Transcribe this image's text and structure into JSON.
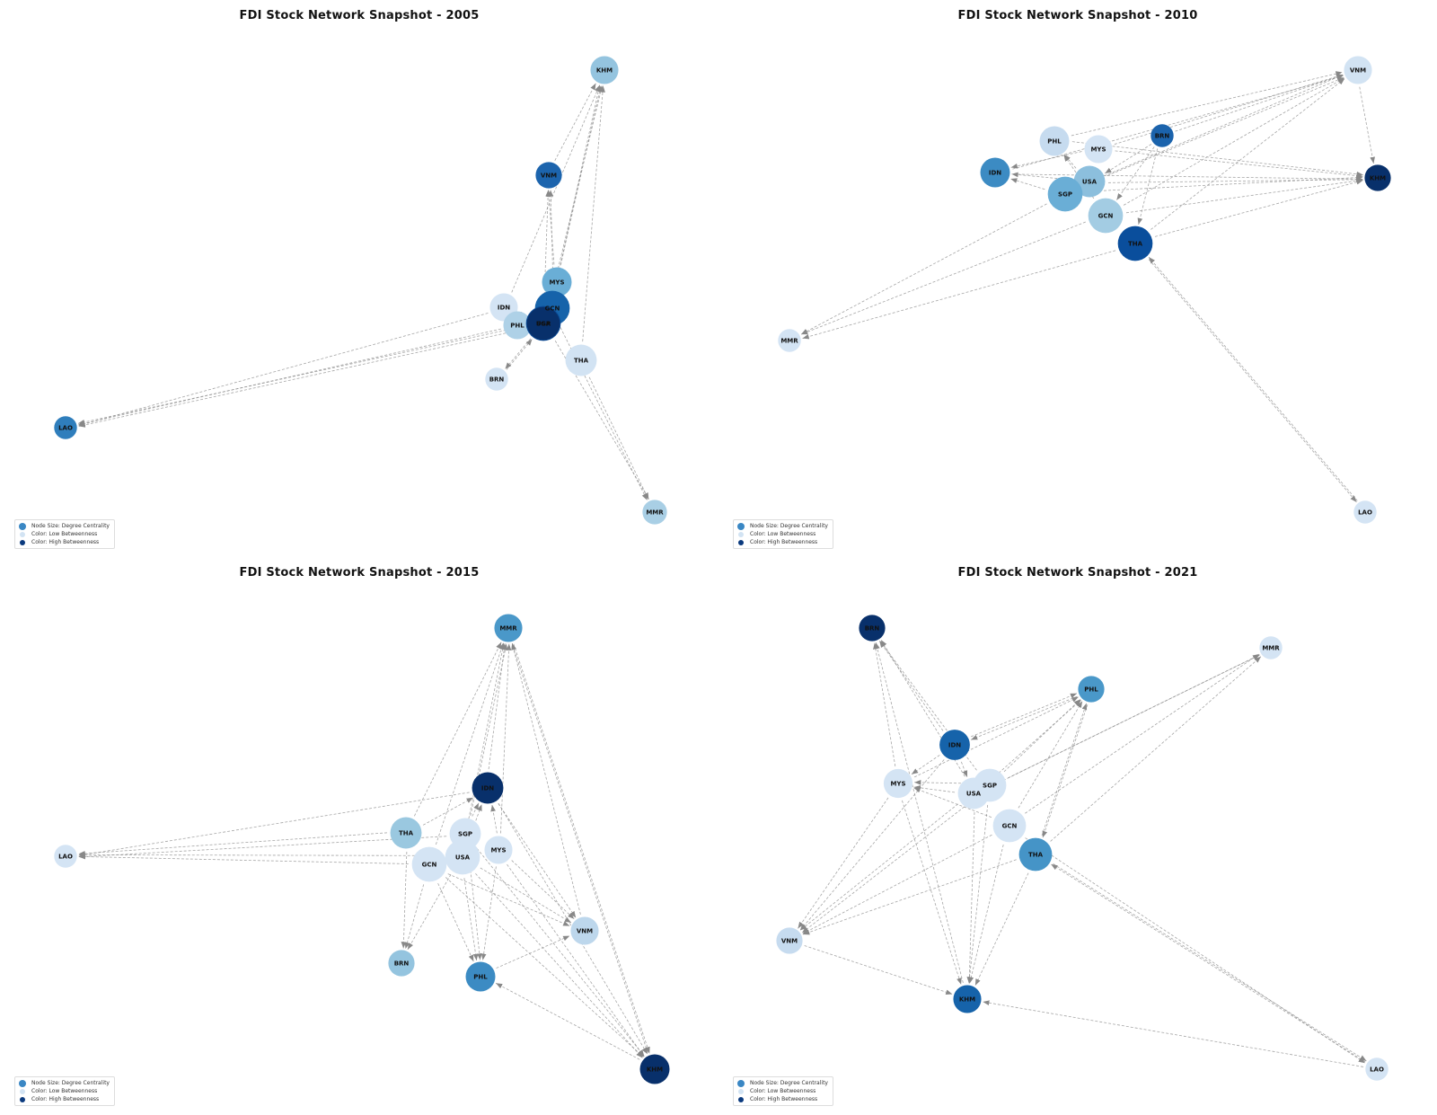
{
  "legend": {
    "size_label": "Node Size: Degree Centrality",
    "low_label": "Color: Low Betweenness",
    "high_label": "Color: High Betweenness"
  },
  "colors": {
    "edge": "#888888",
    "label": "#111111"
  },
  "panels": [
    {
      "title": "FDI Stock Network Snapshot - 2005",
      "nodes": [
        {
          "id": "KHM",
          "size": 0.45,
          "color": "#94c4df"
        },
        {
          "id": "VNM",
          "size": 0.4,
          "color": "#1c64ad"
        },
        {
          "id": "MYS",
          "size": 0.5,
          "color": "#6aaed6"
        },
        {
          "id": "IDN",
          "size": 0.45,
          "color": "#d4e4f4"
        },
        {
          "id": "PHL",
          "size": 0.45,
          "color": "#aed1e7"
        },
        {
          "id": "GCN",
          "size": 0.65,
          "color": "#1663aa"
        },
        {
          "id": "USA",
          "size": 0.65,
          "color": "#0a4a95"
        },
        {
          "id": "SGP",
          "size": 0.6,
          "color": "#08306b"
        },
        {
          "id": "THA",
          "size": 0.55,
          "color": "#d2e3f3"
        },
        {
          "id": "BRN",
          "size": 0.3,
          "color": "#d4e4f4"
        },
        {
          "id": "LAO",
          "size": 0.3,
          "color": "#2f7ebc"
        },
        {
          "id": "MMR",
          "size": 0.35,
          "color": "#a9cfe5"
        }
      ],
      "edges": [
        [
          "VNM",
          "KHM"
        ],
        [
          "MYS",
          "KHM"
        ],
        [
          "IDN",
          "KHM"
        ],
        [
          "GCN",
          "KHM"
        ],
        [
          "THA",
          "KHM"
        ],
        [
          "USA",
          "KHM"
        ],
        [
          "MYS",
          "VNM"
        ],
        [
          "SGP",
          "VNM"
        ],
        [
          "GCN",
          "VNM"
        ],
        [
          "IDN",
          "LAO"
        ],
        [
          "PHL",
          "LAO"
        ],
        [
          "SGP",
          "LAO"
        ],
        [
          "USA",
          "LAO"
        ],
        [
          "THA",
          "MMR"
        ],
        [
          "GCN",
          "MMR"
        ],
        [
          "USA",
          "MMR"
        ],
        [
          "SGP",
          "BRN"
        ],
        [
          "BRN",
          "USA"
        ],
        [
          "PHL",
          "GCN"
        ],
        [
          "IDN",
          "SGP"
        ]
      ]
    },
    {
      "title": "FDI Stock Network Snapshot - 2010",
      "nodes": [
        {
          "id": "VNM",
          "size": 0.45,
          "color": "#d2e3f3"
        },
        {
          "id": "PHL",
          "size": 0.5,
          "color": "#c6dbef"
        },
        {
          "id": "MYS",
          "size": 0.45,
          "color": "#d4e4f4"
        },
        {
          "id": "BRN",
          "size": 0.3,
          "color": "#1b63ac"
        },
        {
          "id": "IDN",
          "size": 0.5,
          "color": "#3c8bc3"
        },
        {
          "id": "USA",
          "size": 0.55,
          "color": "#8cbfdd"
        },
        {
          "id": "SGP",
          "size": 0.65,
          "color": "#6aaed6"
        },
        {
          "id": "GCN",
          "size": 0.65,
          "color": "#a3cce3"
        },
        {
          "id": "KHM",
          "size": 0.4,
          "color": "#08306b"
        },
        {
          "id": "THA",
          "size": 0.65,
          "color": "#0a4e9c"
        },
        {
          "id": "MMR",
          "size": 0.3,
          "color": "#d4e4f4"
        },
        {
          "id": "LAO",
          "size": 0.3,
          "color": "#d4e4f4"
        }
      ],
      "edges": [
        [
          "PHL",
          "VNM"
        ],
        [
          "MYS",
          "VNM"
        ],
        [
          "USA",
          "VNM"
        ],
        [
          "SGP",
          "VNM"
        ],
        [
          "GCN",
          "VNM"
        ],
        [
          "IDN",
          "VNM"
        ],
        [
          "THA",
          "VNM"
        ],
        [
          "BRN",
          "VNM"
        ],
        [
          "VNM",
          "KHM"
        ],
        [
          "PHL",
          "KHM"
        ],
        [
          "MYS",
          "KHM"
        ],
        [
          "USA",
          "KHM"
        ],
        [
          "SGP",
          "KHM"
        ],
        [
          "GCN",
          "KHM"
        ],
        [
          "IDN",
          "KHM"
        ],
        [
          "THA",
          "KHM"
        ],
        [
          "SGP",
          "MMR"
        ],
        [
          "GCN",
          "MMR"
        ],
        [
          "THA",
          "MMR"
        ],
        [
          "THA",
          "LAO"
        ],
        [
          "LAO",
          "THA"
        ],
        [
          "BRN",
          "USA"
        ],
        [
          "BRN",
          "GCN"
        ],
        [
          "BRN",
          "THA"
        ],
        [
          "SGP",
          "IDN"
        ],
        [
          "USA",
          "IDN"
        ],
        [
          "MYS",
          "IDN"
        ],
        [
          "USA",
          "PHL"
        ],
        [
          "GCN",
          "PHL"
        ]
      ]
    },
    {
      "title": "FDI Stock Network Snapshot - 2015",
      "nodes": [
        {
          "id": "MMR",
          "size": 0.45,
          "color": "#4a98c9"
        },
        {
          "id": "IDN",
          "size": 0.55,
          "color": "#08306b"
        },
        {
          "id": "THA",
          "size": 0.55,
          "color": "#9ac8e0"
        },
        {
          "id": "SGP",
          "size": 0.55,
          "color": "#d4e4f4"
        },
        {
          "id": "MYS",
          "size": 0.45,
          "color": "#d4e4f4"
        },
        {
          "id": "GCN",
          "size": 0.65,
          "color": "#d4e4f4"
        },
        {
          "id": "USA",
          "size": 0.65,
          "color": "#d4e4f4"
        },
        {
          "id": "LAO",
          "size": 0.3,
          "color": "#d4e4f4"
        },
        {
          "id": "VNM",
          "size": 0.45,
          "color": "#bdd7ec"
        },
        {
          "id": "BRN",
          "size": 0.4,
          "color": "#94c4df"
        },
        {
          "id": "PHL",
          "size": 0.5,
          "color": "#3c8bc3"
        },
        {
          "id": "KHM",
          "size": 0.5,
          "color": "#08306b"
        }
      ],
      "edges": [
        [
          "IDN",
          "MMR"
        ],
        [
          "THA",
          "MMR"
        ],
        [
          "SGP",
          "MMR"
        ],
        [
          "USA",
          "MMR"
        ],
        [
          "GCN",
          "MMR"
        ],
        [
          "MYS",
          "MMR"
        ],
        [
          "KHM",
          "MMR"
        ],
        [
          "VNM",
          "MMR"
        ],
        [
          "THA",
          "LAO"
        ],
        [
          "SGP",
          "LAO"
        ],
        [
          "GCN",
          "LAO"
        ],
        [
          "USA",
          "LAO"
        ],
        [
          "IDN",
          "LAO"
        ],
        [
          "GCN",
          "BRN"
        ],
        [
          "USA",
          "BRN"
        ],
        [
          "THA",
          "BRN"
        ],
        [
          "GCN",
          "PHL"
        ],
        [
          "USA",
          "PHL"
        ],
        [
          "SGP",
          "PHL"
        ],
        [
          "MYS",
          "PHL"
        ],
        [
          "KHM",
          "PHL"
        ],
        [
          "PHL",
          "VNM"
        ],
        [
          "USA",
          "VNM"
        ],
        [
          "GCN",
          "VNM"
        ],
        [
          "MYS",
          "VNM"
        ],
        [
          "IDN",
          "VNM"
        ],
        [
          "USA",
          "KHM"
        ],
        [
          "GCN",
          "KHM"
        ],
        [
          "SGP",
          "KHM"
        ],
        [
          "MYS",
          "KHM"
        ],
        [
          "IDN",
          "KHM"
        ],
        [
          "MMR",
          "KHM"
        ],
        [
          "THA",
          "IDN"
        ],
        [
          "SGP",
          "IDN"
        ],
        [
          "USA",
          "IDN"
        ],
        [
          "MYS",
          "IDN"
        ]
      ]
    },
    {
      "title": "FDI Stock Network Snapshot - 2021",
      "nodes": [
        {
          "id": "BRN",
          "size": 0.4,
          "color": "#08306b"
        },
        {
          "id": "MMR",
          "size": 0.3,
          "color": "#d4e4f4"
        },
        {
          "id": "PHL",
          "size": 0.4,
          "color": "#4a98c9"
        },
        {
          "id": "IDN",
          "size": 0.52,
          "color": "#1663aa"
        },
        {
          "id": "MYS",
          "size": 0.48,
          "color": "#d4e4f4"
        },
        {
          "id": "SGP",
          "size": 0.6,
          "color": "#d4e4f4"
        },
        {
          "id": "USA",
          "size": 0.55,
          "color": "#d4e4f4"
        },
        {
          "id": "GCN",
          "size": 0.6,
          "color": "#d4e4f4"
        },
        {
          "id": "THA",
          "size": 0.6,
          "color": "#4594c7"
        },
        {
          "id": "VNM",
          "size": 0.4,
          "color": "#c6dbef"
        },
        {
          "id": "KHM",
          "size": 0.45,
          "color": "#1663aa"
        },
        {
          "id": "LAO",
          "size": 0.3,
          "color": "#d4e4f4"
        }
      ],
      "edges": [
        [
          "IDN",
          "BRN"
        ],
        [
          "MYS",
          "BRN"
        ],
        [
          "USA",
          "BRN"
        ],
        [
          "SGP",
          "BRN"
        ],
        [
          "KHM",
          "BRN"
        ],
        [
          "SGP",
          "MMR"
        ],
        [
          "GCN",
          "MMR"
        ],
        [
          "THA",
          "MMR"
        ],
        [
          "USA",
          "MMR"
        ],
        [
          "IDN",
          "PHL"
        ],
        [
          "SGP",
          "PHL"
        ],
        [
          "USA",
          "PHL"
        ],
        [
          "GCN",
          "PHL"
        ],
        [
          "THA",
          "PHL"
        ],
        [
          "MYS",
          "PHL"
        ],
        [
          "PHL",
          "IDN"
        ],
        [
          "MYS",
          "VNM"
        ],
        [
          "USA",
          "VNM"
        ],
        [
          "SGP",
          "VNM"
        ],
        [
          "GCN",
          "VNM"
        ],
        [
          "THA",
          "VNM"
        ],
        [
          "IDN",
          "VNM"
        ],
        [
          "VNM",
          "KHM"
        ],
        [
          "MYS",
          "KHM"
        ],
        [
          "USA",
          "KHM"
        ],
        [
          "SGP",
          "KHM"
        ],
        [
          "GCN",
          "KHM"
        ],
        [
          "THA",
          "KHM"
        ],
        [
          "LAO",
          "KHM"
        ],
        [
          "GCN",
          "LAO"
        ],
        [
          "THA",
          "LAO"
        ],
        [
          "LAO",
          "THA"
        ],
        [
          "SGP",
          "MYS"
        ],
        [
          "USA",
          "MYS"
        ],
        [
          "IDN",
          "MYS"
        ],
        [
          "GCN",
          "MYS"
        ],
        [
          "PHL",
          "THA"
        ],
        [
          "IDN",
          "USA"
        ]
      ]
    }
  ]
}
